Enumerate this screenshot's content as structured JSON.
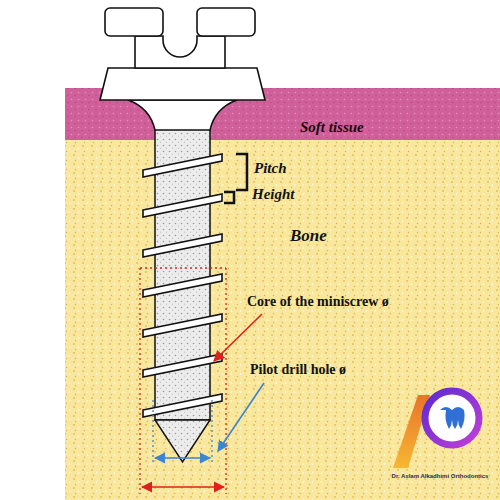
{
  "diagram": {
    "nodes": [
      {
        "text": [
          "Soft tissue"
        ]
      },
      {
        "text": [
          "Bone"
        ]
      }
    ],
    "labels": [
      "Pitch",
      "Height",
      "Core of the miniscrew ø",
      "Pilot drill hole ø",
      "Dr. Aslam Alkadhimi Orthodontics"
    ]
  }
}
